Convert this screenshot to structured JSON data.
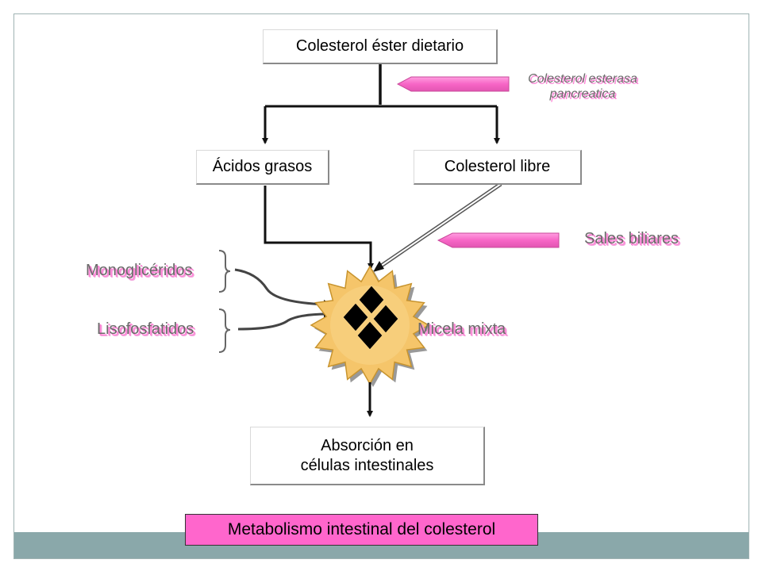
{
  "nodes": {
    "colesterol_ester": "Colesterol éster dietario",
    "acidos_grasos": "Ácidos grasos",
    "colesterol_libre": "Colesterol libre",
    "absorcion": "Absorción en células intestinales"
  },
  "labels": {
    "enzyme": "Colesterol esterasa pancreatica",
    "sales_biliares": "Sales biliares",
    "monogliceridos": "Monoglicéridos",
    "lisofosfatidos": "Lisofosfatidos",
    "micela_mixta": "Micela mixta"
  },
  "title": "Metabolismo intestinal del colesterol",
  "colors": {
    "pink_arrow": "#f766c6",
    "title_bg": "#ff66cc",
    "micelle": "#f5c56a",
    "footer_band": "#8aa8aa"
  }
}
